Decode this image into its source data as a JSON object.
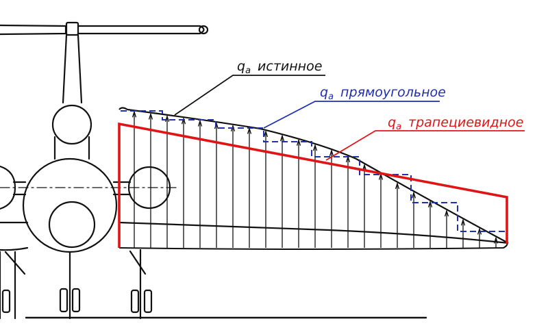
{
  "colors": {
    "ink": "#111111",
    "true_load": "#111111",
    "rect_load": "#1f2fb0",
    "trap_load": "#e01414",
    "background": "#ffffff"
  },
  "labels": {
    "true_load": {
      "symbol": "q",
      "subscript": "a",
      "text": "истинное"
    },
    "rect_load": {
      "symbol": "q",
      "subscript": "a",
      "text": "прямоугольное"
    },
    "trap_load": {
      "symbol": "q",
      "subscript": "a",
      "text": "трапециевидное"
    }
  }
}
